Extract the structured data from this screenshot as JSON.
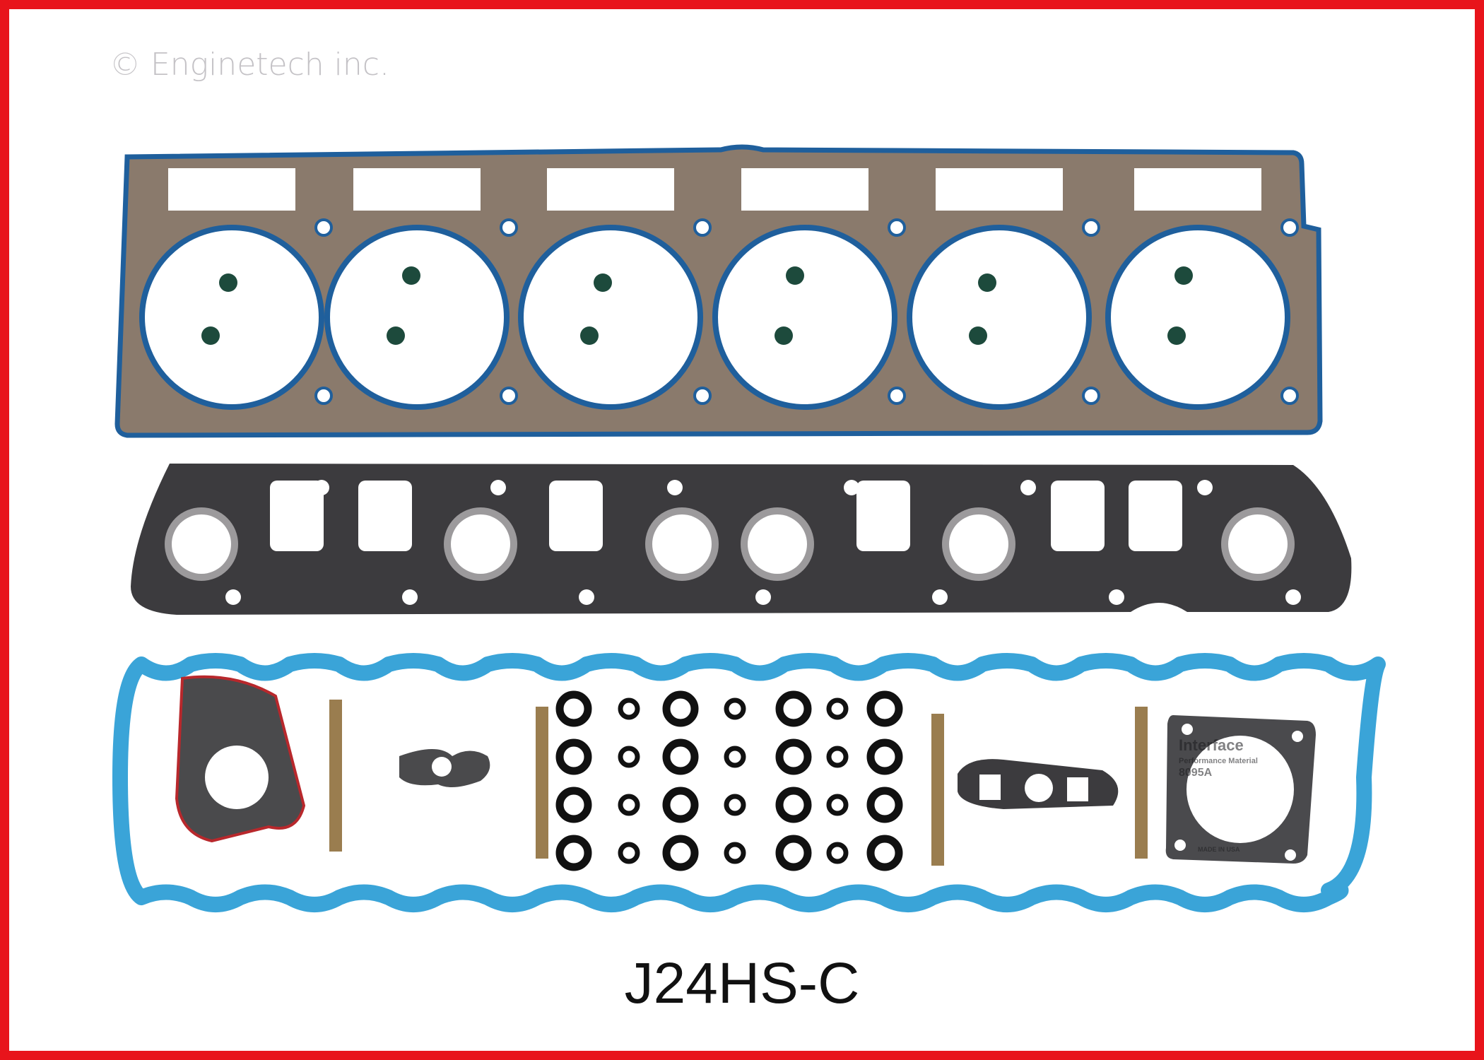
{
  "watermark": "© Enginetech inc.",
  "part_number": "J24HS-C",
  "gasket_print": {
    "brand": "Interface",
    "line": "Performance Material",
    "code": "8095A",
    "origin": "MADE IN USA"
  },
  "colors": {
    "border": "#e8141b",
    "head_gasket_steel": "#8a7a6c",
    "head_gasket_seal": "#1f5f9c",
    "manifold_gasket": "#3c3b3e",
    "valve_cover_gasket": "#3aa4d8",
    "valve_seal": "#1d4a3c"
  }
}
